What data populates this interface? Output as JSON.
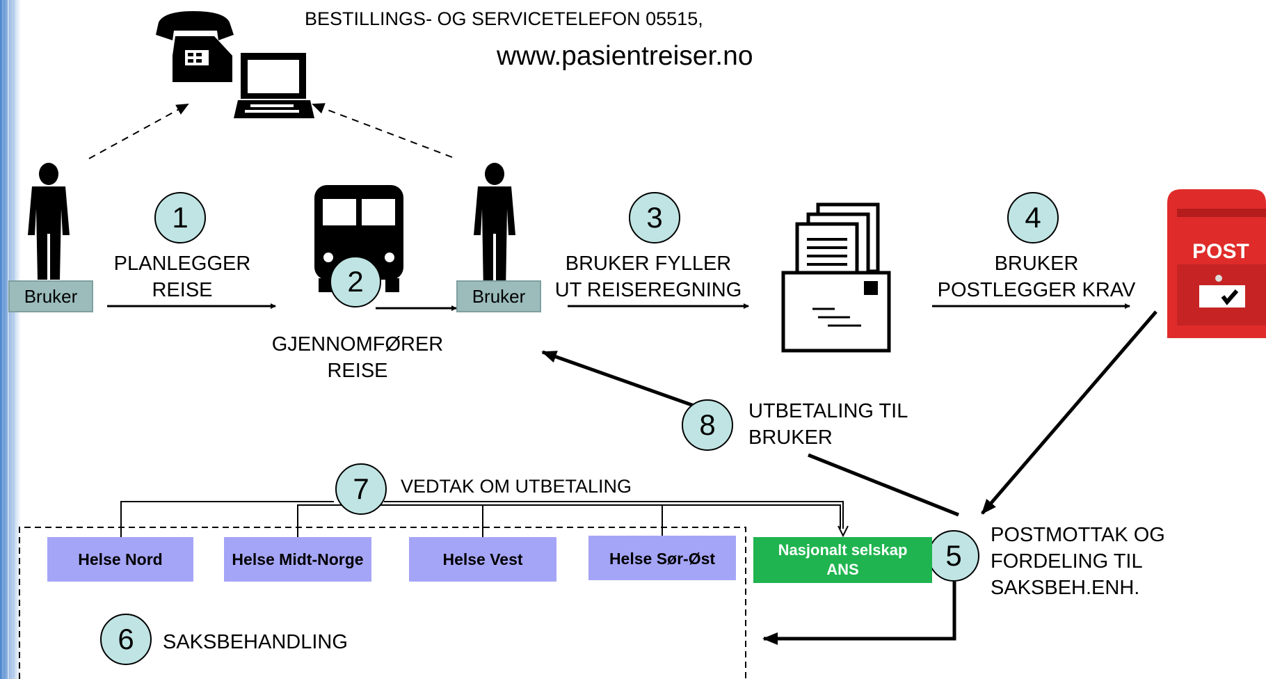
{
  "header": {
    "phone_line": "BESTILLINGS- OG SERVICETELEFON 05515,",
    "website": "www.pasientreiser.no"
  },
  "bruker_label": "Bruker",
  "steps": [
    {
      "number": "1",
      "label_1": "PLANLEGGER",
      "label_2": "REISE"
    },
    {
      "number": "2",
      "label_1": "GJENNOMFØRER",
      "label_2": "REISE"
    },
    {
      "number": "3",
      "label_1": "BRUKER FYLLER",
      "label_2": "UT REISEREGNING"
    },
    {
      "number": "4",
      "label_1": "BRUKER",
      "label_2": "POSTLEGGER KRAV"
    },
    {
      "number": "5",
      "label_1": "POSTMOTTAK OG",
      "label_2": "FORDELING TIL",
      "label_3": "SAKSBEH.ENH."
    },
    {
      "number": "6",
      "label_1": "SAKSBEHANDLING"
    },
    {
      "number": "7",
      "label_1": "VEDTAK OM UTBETALING"
    },
    {
      "number": "8",
      "label_1": "UTBETALING TIL",
      "label_2": "BRUKER"
    }
  ],
  "regions": [
    "Helse Nord",
    "Helse Midt-Norge",
    "Helse Vest",
    "Helse Sør-Øst"
  ],
  "national": {
    "line_1": "Nasjonalt selskap",
    "line_2": "ANS"
  },
  "postbox_label": "POST",
  "icons": [
    "phone-icon",
    "computer-icon",
    "person-icon",
    "bus-icon",
    "document-stack-icon",
    "mailbox-icon"
  ],
  "colors": {
    "step_circle": "#bfe4e3",
    "bruker_box": "#9cbcbc",
    "region_box": "#a5a5f7",
    "national_box": "#1fb44f",
    "mailbox": "#e02b2b",
    "left_stripe": "#3b7fcf"
  }
}
